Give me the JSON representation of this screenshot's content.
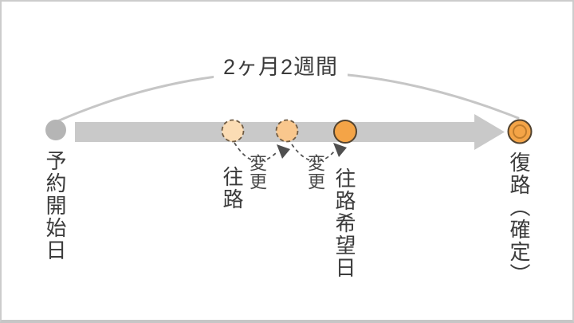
{
  "diagram": {
    "title": "2ヶ月2週間",
    "nodes": {
      "booking_start": {
        "label": "予約開始日"
      },
      "outbound_old": {
        "label": "往路"
      },
      "outbound_desired": {
        "label": "往路希望日"
      },
      "return_confirmed": {
        "label": "復路（確定）"
      }
    },
    "changes": {
      "change_1": "変更",
      "change_2": "変更"
    },
    "colors": {
      "timeline_gray": "#c9c9c9",
      "arc_gray": "#c6c6c6",
      "dot_gray": "#b5b5b5",
      "orange": "#f4a447",
      "peach_light": "#fbdcb4",
      "peach_mid": "#f9c78d",
      "dashed_border_brown": "#6f5b43",
      "solid_border_dark": "#53432f",
      "inner_ring_orange": "#c07c2c",
      "change_arrow_dark": "#4f4f4f",
      "text_dark": "#3b3b3b"
    }
  }
}
